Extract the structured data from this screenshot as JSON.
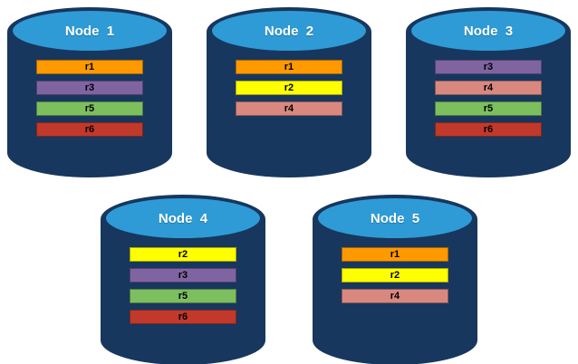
{
  "diagram": {
    "background_color": "#ffffff",
    "cylinder_body_color": "#17375E",
    "cylinder_top_color": "#2E9BD6",
    "title_text_color": "#ffffff",
    "record_text_color": "#000000",
    "record_colors": {
      "r1": "#FF9900",
      "r2": "#FFFF00",
      "r3": "#8064A2",
      "r4": "#D98880",
      "r5": "#7DBE5F",
      "r6": "#C0392B"
    },
    "nodes": [
      {
        "title": "Node  1",
        "rows": [
          {
            "label": "r1",
            "color": "#FF9900"
          },
          {
            "label": "r3",
            "color": "#8064A2"
          },
          {
            "label": "r5",
            "color": "#7DBE5F"
          },
          {
            "label": "r6",
            "color": "#C0392B"
          }
        ]
      },
      {
        "title": "Node  2",
        "rows": [
          {
            "label": "r1",
            "color": "#FF9900"
          },
          {
            "label": "r2",
            "color": "#FFFF00"
          },
          {
            "label": "r4",
            "color": "#D98880"
          }
        ]
      },
      {
        "title": "Node  3",
        "rows": [
          {
            "label": "r3",
            "color": "#8064A2"
          },
          {
            "label": "r4",
            "color": "#D98880"
          },
          {
            "label": "r5",
            "color": "#7DBE5F"
          },
          {
            "label": "r6",
            "color": "#C0392B"
          }
        ]
      },
      {
        "title": "Node  4",
        "rows": [
          {
            "label": "r2",
            "color": "#FFFF00"
          },
          {
            "label": "r3",
            "color": "#8064A2"
          },
          {
            "label": "r5",
            "color": "#7DBE5F"
          },
          {
            "label": "r6",
            "color": "#C0392B"
          }
        ]
      },
      {
        "title": "Node  5",
        "rows": [
          {
            "label": "r1",
            "color": "#FF9900"
          },
          {
            "label": "r2",
            "color": "#FFFF00"
          },
          {
            "label": "r4",
            "color": "#D98880"
          }
        ]
      }
    ]
  }
}
